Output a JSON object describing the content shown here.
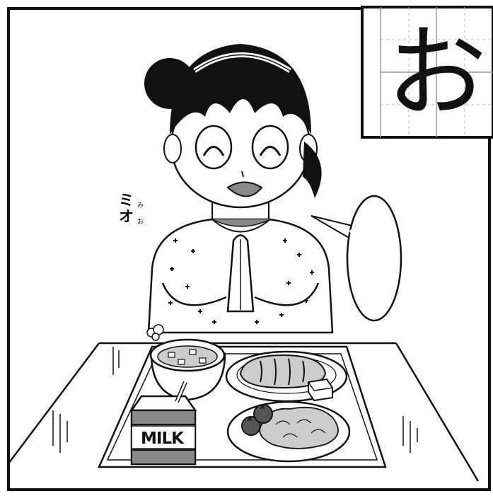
{
  "kana": {
    "character": "お"
  },
  "character_name": {
    "kanji_lines": [
      "ミ",
      "オ"
    ],
    "ruby_lines": [
      "み",
      "お"
    ]
  },
  "milk_carton": {
    "label": "MILK"
  },
  "colors": {
    "ink": "#111111",
    "tone": "#888888",
    "light_tone": "#cccccc",
    "paper": "#ffffff"
  }
}
